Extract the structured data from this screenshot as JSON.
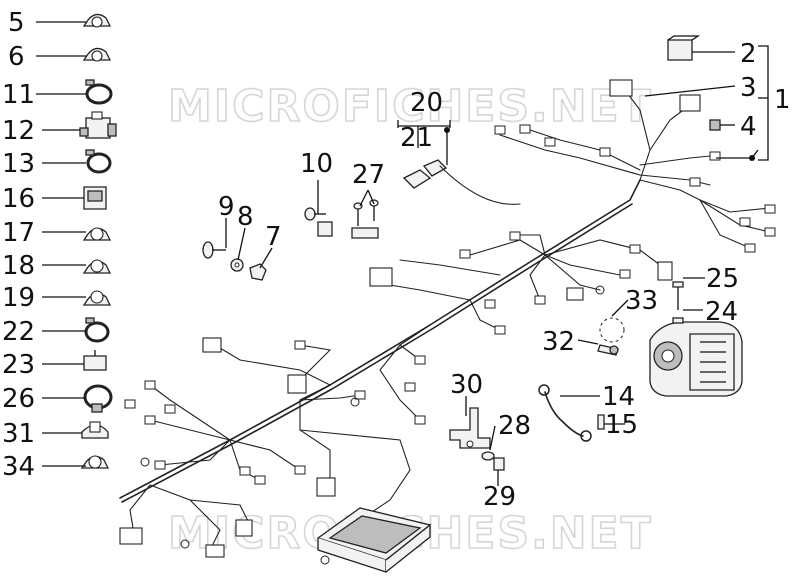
{
  "watermark": {
    "top": "MICROFICHES.NET",
    "bottom": "MICROFICHES.NET"
  },
  "labels": {
    "n1": "1",
    "n2": "2",
    "n3": "3",
    "n4": "4",
    "n5": "5",
    "n6": "6",
    "n7": "7",
    "n8": "8",
    "n9": "9",
    "n10": "10",
    "n11": "11",
    "n12": "12",
    "n13": "13",
    "n14": "14",
    "n15": "15",
    "n16": "16",
    "n17": "17",
    "n18": "18",
    "n19": "19",
    "n20": "20",
    "n21": "21",
    "n22": "22",
    "n23": "23",
    "n24": "24",
    "n25": "25",
    "n26": "26",
    "n27": "27",
    "n28": "28",
    "n29": "29",
    "n30": "30",
    "n31": "31",
    "n32": "32",
    "n33": "33",
    "n34": "34"
  },
  "icons": {
    "harness": "wiring-harness-icon",
    "ecu": "control-unit-icon",
    "throttle": "throttle-body-icon",
    "clamp": "hose-clamp-icon",
    "relay": "relay-icon",
    "ground_cable": "ground-cable-icon"
  }
}
